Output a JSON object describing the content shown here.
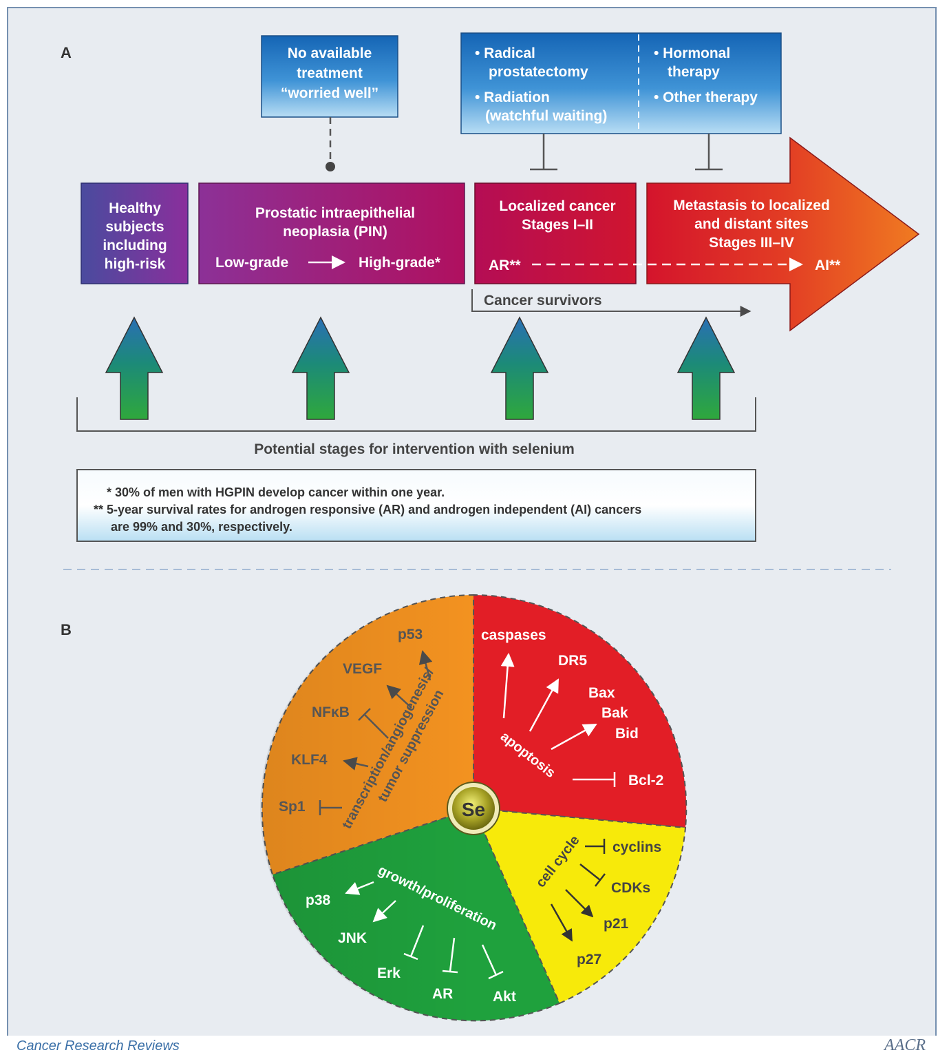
{
  "panel_a": {
    "label": "A",
    "treatment_none": [
      "No available",
      "treatment",
      "“worried well”"
    ],
    "treatment_left": {
      "item1": [
        "• Radical",
        "prostatectomy"
      ],
      "item2": [
        "• Radiation",
        "(watchful waiting)"
      ]
    },
    "treatment_right": {
      "item1": [
        "• Hormonal",
        "therapy"
      ],
      "item2": "• Other therapy"
    },
    "stages": {
      "healthy": [
        "Healthy",
        "subjects",
        "including",
        "high-risk"
      ],
      "pin": {
        "title": [
          "Prostatic intraepithelial",
          "neoplasia (PIN)"
        ],
        "low": "Low-grade",
        "high": "High-grade*"
      },
      "localized": {
        "title": [
          "Localized cancer",
          "Stages I–II"
        ],
        "ar": "AR**"
      },
      "metastasis": {
        "title": [
          "Metastasis to localized",
          "and distant sites",
          "Stages III–IV"
        ],
        "ai": "AI**"
      }
    },
    "survivors": "Cancer survivors",
    "intervention": "Potential stages for intervention with selenium",
    "footnotes": {
      "one": "* 30% of men with HGPIN develop cancer within one year.",
      "two_a": "** 5-year survival rates for androgen responsive (AR) and androgen independent (AI) cancers",
      "two_b": "are 99% and 30%, respectively."
    }
  },
  "panel_b": {
    "label": "B",
    "center": "Se",
    "sectors": {
      "apoptosis": {
        "title": "apoptosis",
        "color": "#e21e26",
        "items": [
          "caspases",
          "DR5",
          "Bax",
          "Bak",
          "Bid",
          "Bcl-2"
        ]
      },
      "cell_cycle": {
        "title": "cell cycle",
        "color": "#f7ea0a",
        "items": [
          "cyclins",
          "CDKs",
          "p21",
          "p27"
        ]
      },
      "growth": {
        "title": "growth/proliferation",
        "color": "#1fa13d",
        "items": [
          "p38",
          "JNK",
          "Erk",
          "AR",
          "Akt"
        ]
      },
      "transcription": {
        "title": [
          "transcription/angiogenesis/",
          "tumor suppression"
        ],
        "color": "#f39220",
        "items": [
          "p53",
          "VEGF",
          "NFκB",
          "KLF4",
          "Sp1"
        ]
      }
    }
  },
  "footer": {
    "journal": "Cancer Research Reviews",
    "publisher": "AACR"
  }
}
